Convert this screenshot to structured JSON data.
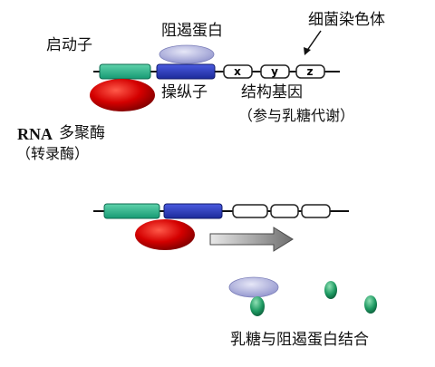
{
  "labels": {
    "promoter": "启动子",
    "repressor": "阻遏蛋白",
    "chromosome": "细菌染色体",
    "operator": "操纵子",
    "structural_genes": "结构基因",
    "structural_genes_note": "（参与乳糖代谢）",
    "rna_polymerase_abbr": "RNA",
    "rna_polymerase": "多聚酶",
    "rna_polymerase_note": "（转录酶）",
    "lactose_binding": "乳糖与阻遏蛋白结合"
  },
  "genes": [
    "x",
    "y",
    "z"
  ],
  "colors": {
    "promoter": "#2db08a",
    "operator": "#2f3fc0",
    "repressor": "#a7a9d8",
    "polymerase": "#cc0000",
    "lactose": "#1f8a5a",
    "arrow": "#6e6e6e"
  }
}
